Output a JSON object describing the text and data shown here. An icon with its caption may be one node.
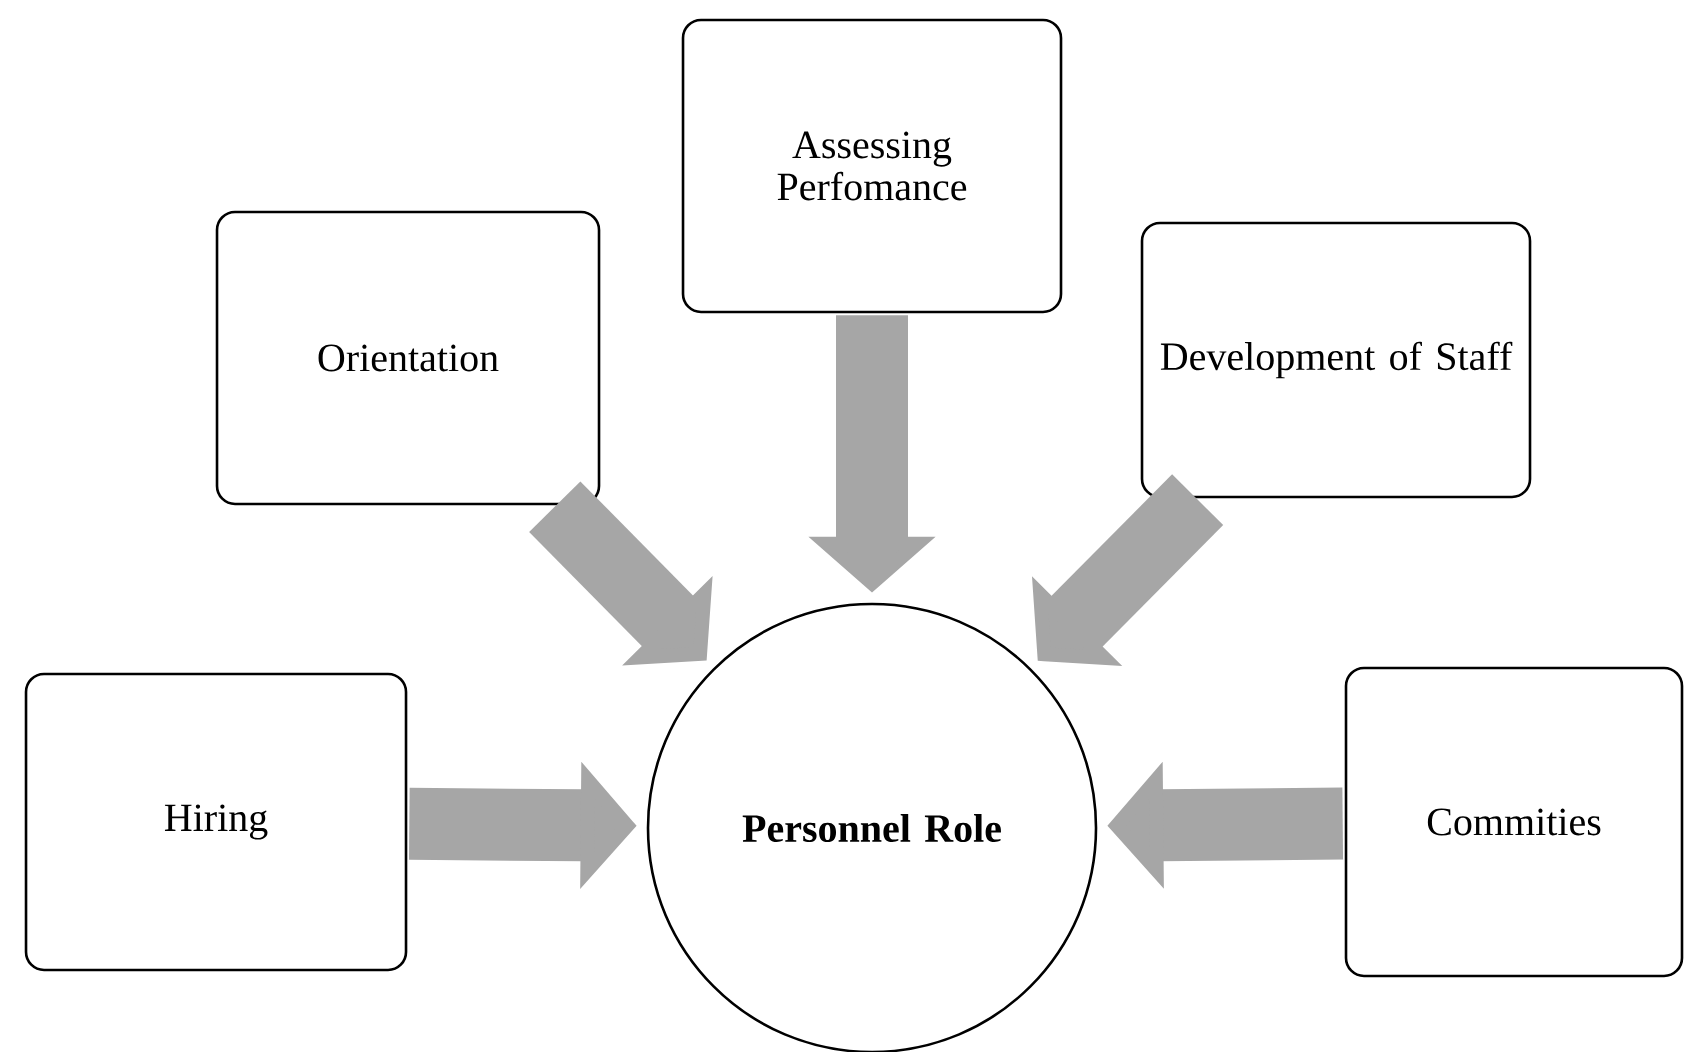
{
  "diagram": {
    "nodes": [
      {
        "text": [
          "Assessing Perfomance"
        ]
      },
      {
        "text": [
          "Orientation"
        ]
      },
      {
        "text": [
          "Development of Staff"
        ]
      },
      {
        "text": [
          "Hiring"
        ]
      },
      {
        "text": [
          "**Personnel Role**"
        ]
      },
      {
        "text": [
          "Commities"
        ]
      }
    ],
    "edges": [
      {
        "from": 0,
        "to": 4,
        "arrow": "to"
      },
      {
        "from": 1,
        "to": 4,
        "arrow": "to"
      },
      {
        "from": 2,
        "to": 4,
        "arrow": "to"
      },
      {
        "from": 3,
        "to": 4,
        "arrow": "to"
      },
      {
        "from": 5,
        "to": 4,
        "arrow": "to"
      }
    ]
  }
}
